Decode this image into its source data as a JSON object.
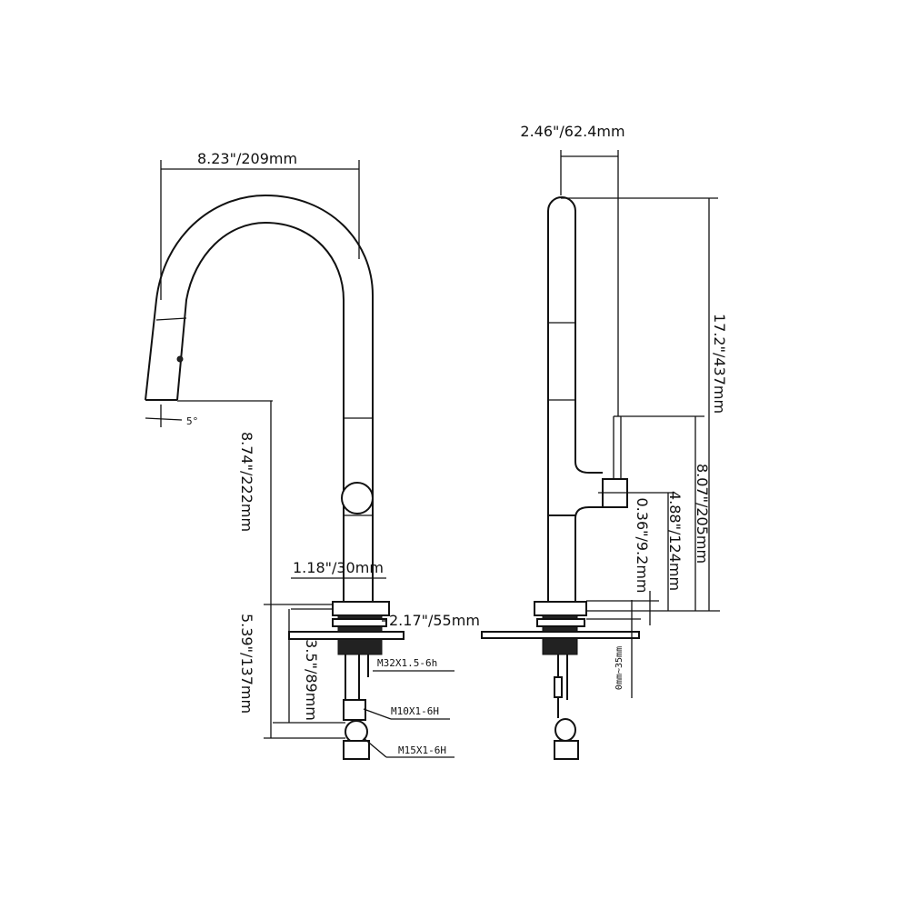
{
  "left_view": {
    "reach": "8.23\"/209mm",
    "spout_height": "8.74\"/222mm",
    "angle": "5°",
    "body_diameter": "1.18\"/30mm",
    "max_deck_thickness": "2.17\"/55mm",
    "under_deck_total": "5.39\"/137mm",
    "under_deck_shank": "3.5\"/89mm",
    "thread_shank": "M32X1.5-6h",
    "thread_hose": "M10X1-6H",
    "thread_connector": "M15X1-6H"
  },
  "right_view": {
    "spout_depth": "2.46\"/62.4mm",
    "total_height": "17.2\"/437mm",
    "handle_top_height": "8.07\"/205mm",
    "handle_height": "4.88\"/124mm",
    "base_height": "0.36\"/9.2mm",
    "deck_range": "0mm~35mm"
  }
}
